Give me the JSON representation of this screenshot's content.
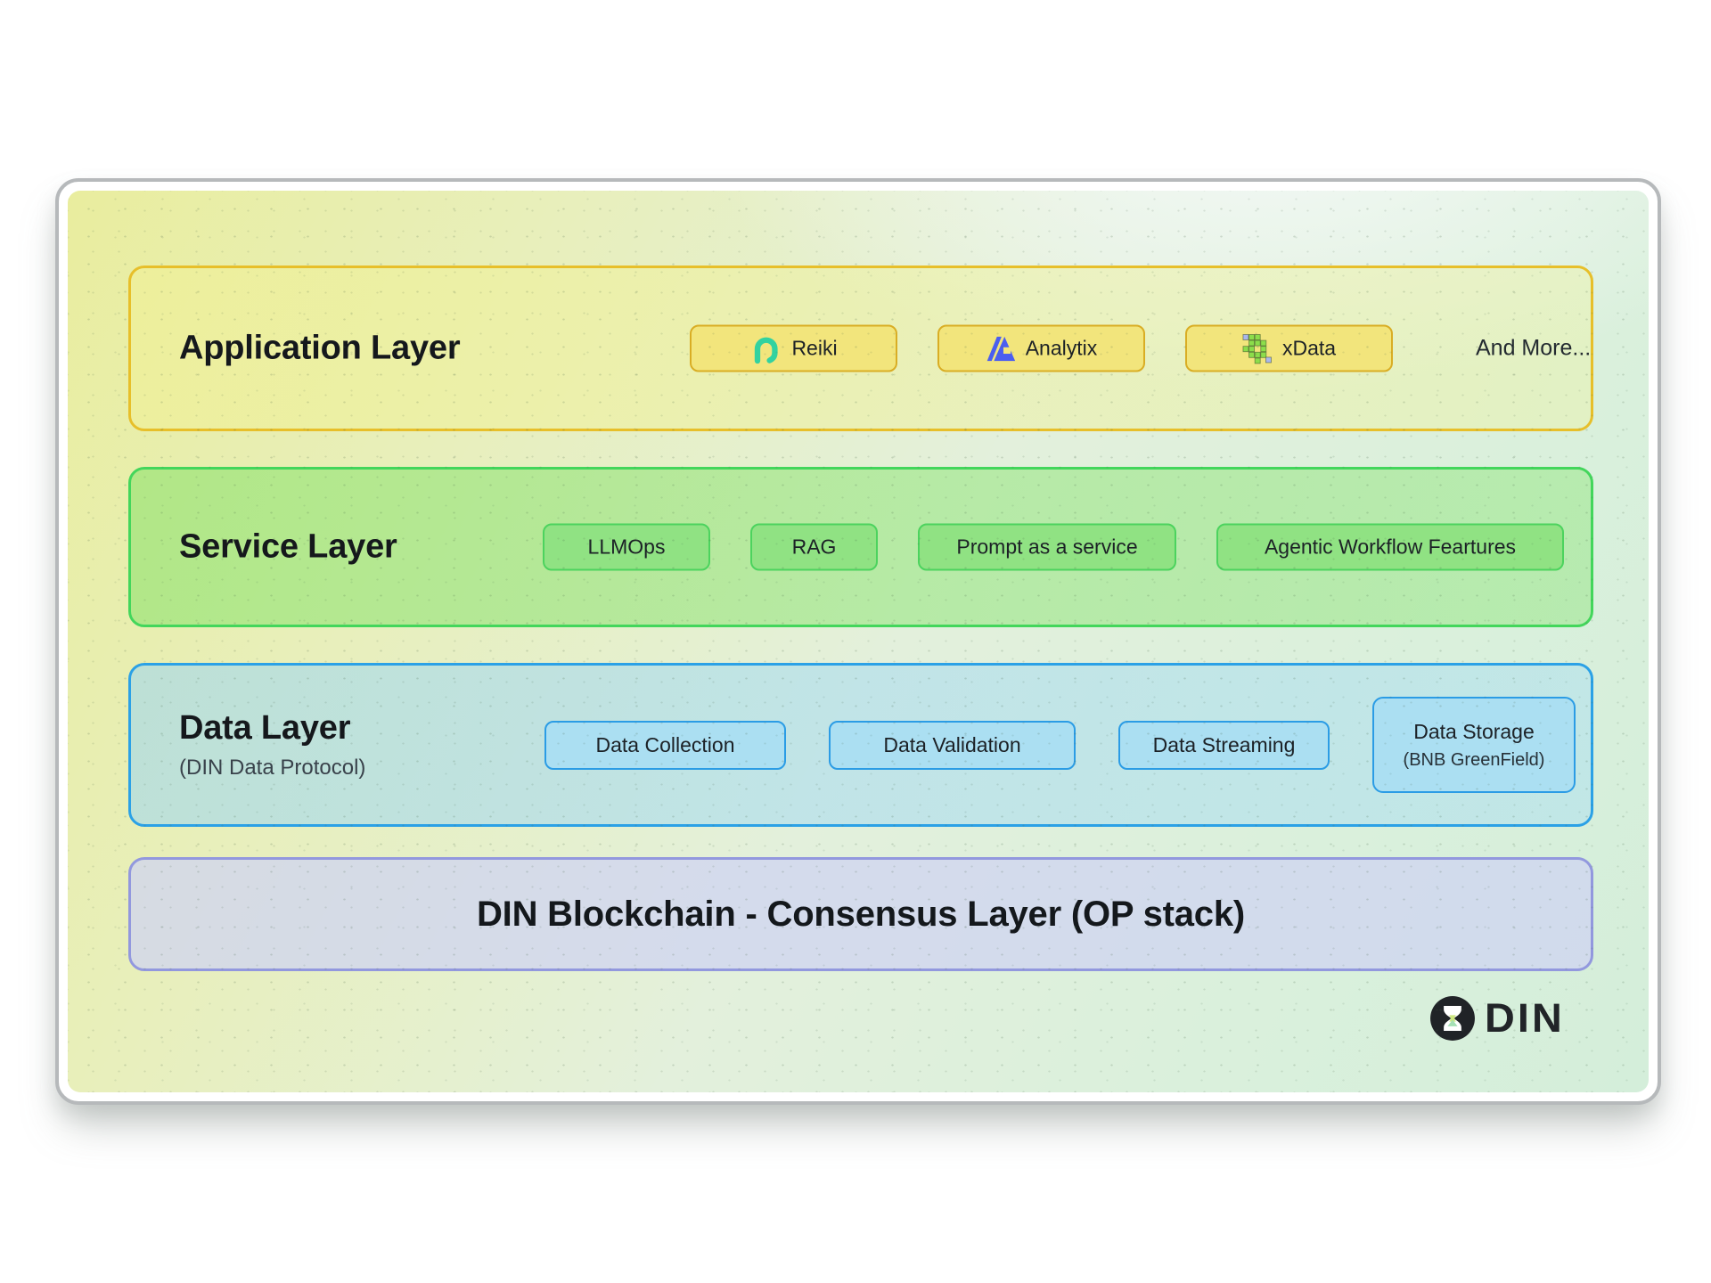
{
  "layers": [
    {
      "title": "Application Layer",
      "more_label": "And More...",
      "chips": [
        {
          "label": "Reiki",
          "icon": "reiki-icon",
          "icon_color": "#32d2a0"
        },
        {
          "label": "Analytix",
          "icon": "analytix-icon",
          "icon_color": "#4b5ef0"
        },
        {
          "label": "xData",
          "icon": "xdata-icon",
          "icon_color": "#8cdd4b"
        }
      ],
      "colors": {
        "fill": "#edf0ab",
        "border": "#e7bf2a",
        "chip_fill": "#f2e57c",
        "chip_border": "#d9ad24"
      }
    },
    {
      "title": "Service Layer",
      "chips": [
        {
          "label": "LLMOps"
        },
        {
          "label": "RAG"
        },
        {
          "label": "Prompt as a service"
        },
        {
          "label": "Agentic Workflow Feartures"
        }
      ],
      "colors": {
        "fill": "#9fe48c",
        "border": "#43d65b",
        "chip_fill": "#90e283",
        "chip_border": "#4cd35e"
      }
    },
    {
      "title": "Data Layer",
      "subtitle": "(DIN Data Protocol)",
      "chips": [
        {
          "label": "Data Collection"
        },
        {
          "label": "Data Validation"
        },
        {
          "label": "Data Streaming"
        },
        {
          "label": "Data Storage",
          "sublabel": "(BNB GreenField)"
        }
      ],
      "colors": {
        "fill": "#c3e4ee",
        "border": "#2ba1e6",
        "chip_fill": "#abdff2",
        "chip_border": "#2b9ce5"
      }
    },
    {
      "title": "DIN Blockchain - Consensus Layer (OP stack)",
      "colors": {
        "fill": "#d4d8f1",
        "border": "#9298de"
      }
    }
  ],
  "footer": {
    "brand_label": "DIN"
  }
}
